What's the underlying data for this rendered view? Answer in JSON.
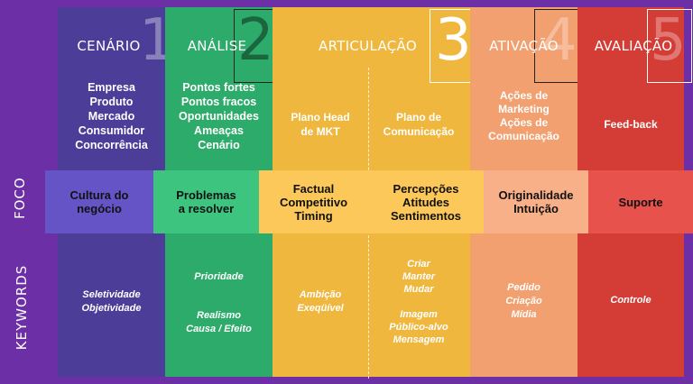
{
  "colors": {
    "background": "#6c2fa6",
    "cenario": "#4c3d99",
    "analise": "#2dab6a",
    "articulacao": "#efb73e",
    "ativacao": "#f2a070",
    "avaliacao": "#d33d35"
  },
  "side_labels": {
    "foco": "FOCO",
    "keywords": "KEYWORDS"
  },
  "stages": [
    {
      "title": "CENÁRIO",
      "number": "1",
      "items": [
        "Empresa",
        "Produto",
        "Mercado",
        "Consumidor",
        "Concorrência"
      ],
      "foco": [
        "Cultura do",
        "negócio"
      ],
      "keywords": [
        "Seletividade",
        "Objetividade"
      ]
    },
    {
      "title": "ANÁLISE",
      "number": "2",
      "items": [
        "Pontos fortes",
        "Pontos fracos",
        "Oportunidades",
        "Ameaças",
        "Cenário"
      ],
      "foco": [
        "Problemas",
        "a resolver"
      ],
      "keywords_a": [
        "Prioridade"
      ],
      "keywords_b": [
        "Realismo",
        "Causa / Efeito"
      ]
    },
    {
      "title": "ARTICULAÇÃO",
      "number": "3",
      "left": {
        "items": [
          "Plano Head",
          "de MKT"
        ],
        "foco": [
          "Factual",
          "Competitivo",
          "Timing"
        ],
        "keywords": [
          "Ambição",
          "Exeqüível"
        ]
      },
      "right": {
        "items": [
          "Plano de",
          "Comunicação"
        ],
        "foco": [
          "Percepções",
          "Atitudes",
          "Sentimentos"
        ],
        "keywords_a": [
          "Criar",
          "Manter",
          "Mudar"
        ],
        "keywords_b": [
          "Imagem",
          "Público-alvo",
          "Mensagem"
        ]
      }
    },
    {
      "title": "ATIVAÇÃO",
      "number": "4",
      "items": [
        "Ações de",
        "Marketing",
        "Ações de",
        "Comunicação"
      ],
      "foco": [
        "Originalidade",
        "Intuição"
      ],
      "keywords": [
        "Pedido",
        "Criação",
        "Mídia"
      ]
    },
    {
      "title": "AVALIAÇÃO",
      "number": "5",
      "items": [
        "Feed-back"
      ],
      "foco": [
        "Suporte"
      ],
      "keywords": [
        "Controle"
      ]
    }
  ]
}
